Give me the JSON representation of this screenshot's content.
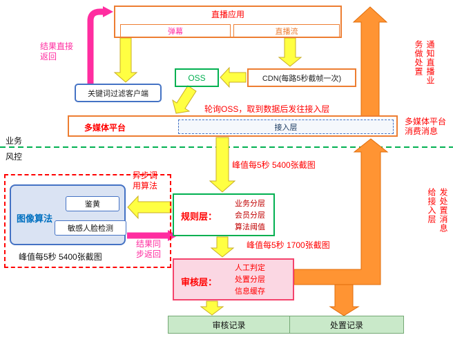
{
  "colors": {
    "orange_border": "#ed7d31",
    "red_text": "#ff0000",
    "magenta": "#ff2da0",
    "green": "#00b050",
    "blue": "#4472c4",
    "dark_blue_text": "#17375e",
    "maroon_text": "#c00000",
    "algo_blue_text": "#0070c0",
    "yellow_arrow": "#ffff42",
    "orange_arrow": "#ff9433",
    "light_blue_fill": "#dae3f3",
    "light_pink_fill": "#fbd7e3",
    "light_green_fill": "#c9e9c9"
  },
  "zones": {
    "business": "业务",
    "risk": "风控"
  },
  "top": {
    "live_app_title": "直播应用",
    "danmaku": "弹幕",
    "live_stream": "直播流",
    "result_direct_return": "结果直接\n返回",
    "keyword_filter": "关键词过滤客户端",
    "oss": "OSS",
    "cdn": "CDN(每路5秒截帧一次)",
    "poll_note": "轮询OSS，取到数据后发往接入层",
    "platform": "多媒体平台",
    "access_layer": "接入层",
    "consume_note": "多媒体平台\n消费消息",
    "notify_note": "通知直播业\n务做处置"
  },
  "risk": {
    "peak_top": "峰值每5秒 5400张截图",
    "async_call": "异步调\n用算法",
    "image_algo": "图像算法",
    "porn_detect": "鉴黄",
    "face_detect": "敏感人脸检测",
    "peak_algo": "峰值每5秒 5400张截图",
    "sync_return": "结果同\n步返回",
    "rule_layer_title": "规则层：",
    "rule_layer_items": "业务分层\n会员分层\n算法阈值",
    "peak_1700": "峰值每5秒 1700张截图",
    "review_layer_title": "审核层：",
    "review_layer_items": "人工判定\n处置分层\n信息缓存",
    "dispose_note": "发处置消息\n给接入层",
    "review_record": "审核记录",
    "dispose_record": "处置记录"
  }
}
